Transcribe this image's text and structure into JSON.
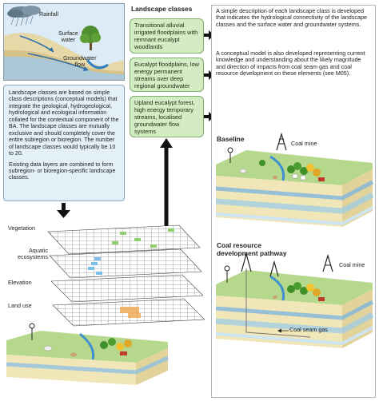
{
  "hydro_inset": {
    "labels": {
      "rainfall": "Rainfall",
      "surface_water": "Surface\nwater",
      "groundwater_flow": "Groundwater\nflow"
    }
  },
  "class_description_box": {
    "paragraph1": "Landscape classes are based on simple class descriptions (conceptual models) that integrate the geological, hydrogeological, hydrological and ecological information collated for the contextual component of the BA. The landscape classes are mutually exclusive and should completely cover the entire subregion or bioregion. The number of landscape classes would typically be 10 to 20.",
    "paragraph2": "Existing data layers are combined to form subregion- or bioregion-specific landscape classes."
  },
  "landscape_classes": {
    "heading": "Landscape classes",
    "items": [
      "Transitional alluvial irrigated floodplains with remnant eucalypt woodlands",
      "Eucalypt floodplains, low energy permanent streams over deep regional groundwater",
      "Upland eucalypt forest, high energy temporary streams, localised groundwater flow systems"
    ]
  },
  "right_panel": {
    "paragraph1": "A simple description of each landscape class is developed that indicates the hydrological connectivity of the landscape classes and the surface water and groundwater systems.",
    "paragraph2": "A conceptual model is also developed representing current knowledge and understanding about the likely magnitude and direction of impacts from coal seam gas and coal resource development on these elements (see M05).",
    "baseline_title": "Baseline",
    "baseline_coal_mine": "Coal mine",
    "pathway_title": "Coal resource\ndevelopment pathway",
    "pathway_coal_mine": "Coal mine",
    "coal_seam_gas": "Coal seam gas"
  },
  "data_layers": {
    "labels": [
      "Vegetation",
      "Aquatic\necosystems",
      "Elevation",
      "Land use"
    ]
  },
  "colors": {
    "green_box": "#d3ecc4",
    "sky": "#d8e9f4",
    "water": "#5aa5d8",
    "soil": "#e8d9a8",
    "vegetation_cell": "#8fcf6f",
    "aquatic_cell": "#7cc0ea",
    "landuse_cell": "#f0a95a"
  }
}
